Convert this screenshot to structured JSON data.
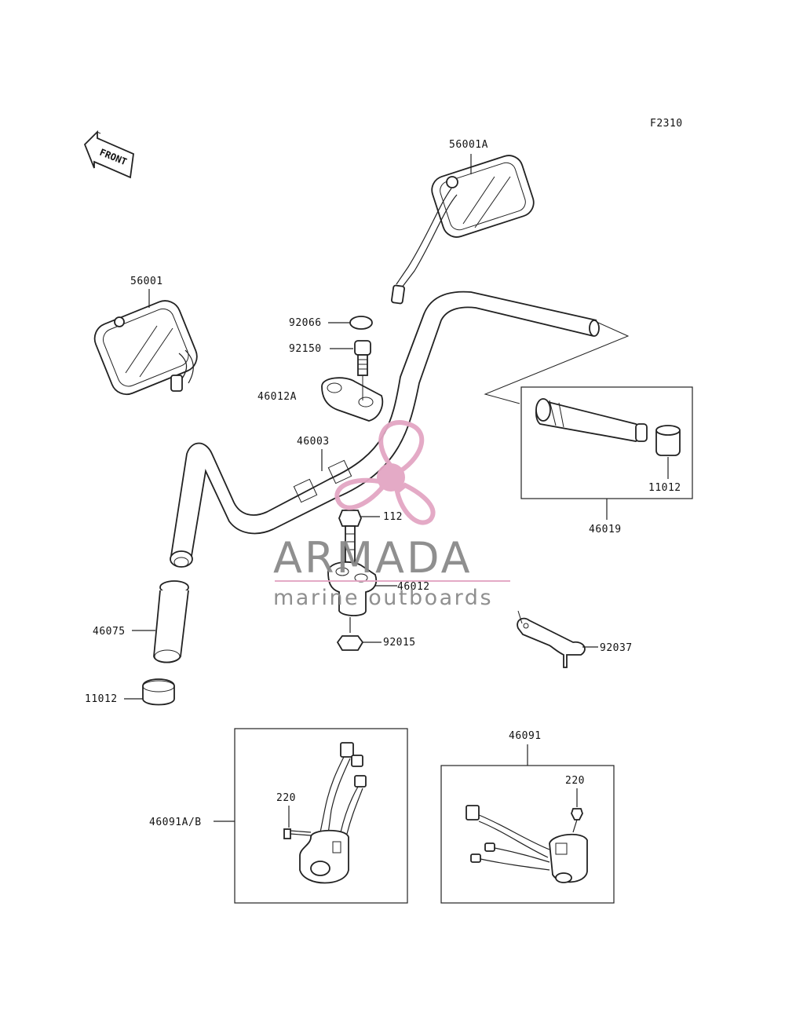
{
  "diagram": {
    "code": "F2310",
    "front_label": "FRONT",
    "parts": {
      "mirror_right": "56001A",
      "mirror_left": "56001",
      "cap": "92066",
      "bolt_upper": "92150",
      "holder_upper": "46012A",
      "handlebar": "46003",
      "bolt_lower": "112",
      "holder_lower": "46012",
      "nut": "92015",
      "grip_left": "46075",
      "end_cap_left": "11012",
      "end_cap_right": "11012",
      "throttle_grip": "46019",
      "plate": "92037",
      "switch_left": "46091A/B",
      "screw_left": "220",
      "switch_right": "46091",
      "screw_right": "220"
    }
  },
  "watermark": {
    "brand": "ARMADA",
    "tagline": "marine outboards",
    "colors": {
      "pink": "#e3a6c3",
      "gray": "#8a8a8a"
    }
  }
}
